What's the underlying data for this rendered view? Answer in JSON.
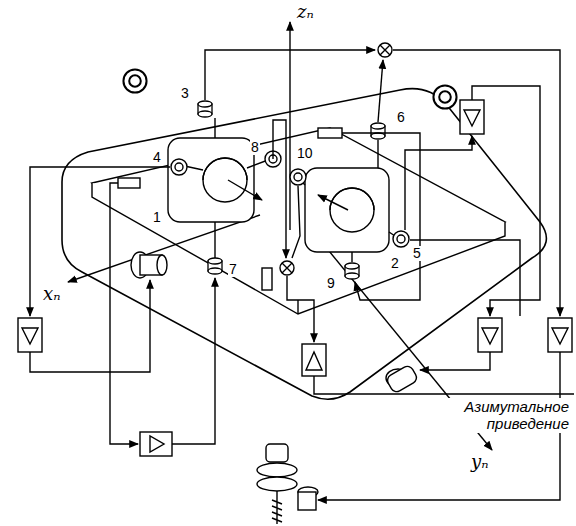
{
  "diagram": {
    "labels": [
      "zₙ",
      "3",
      "6",
      "4",
      "8",
      "10",
      "1",
      "2",
      "5",
      "7",
      "9",
      "xₙ",
      "yₙ",
      "Азимутальное приведение"
    ]
  }
}
